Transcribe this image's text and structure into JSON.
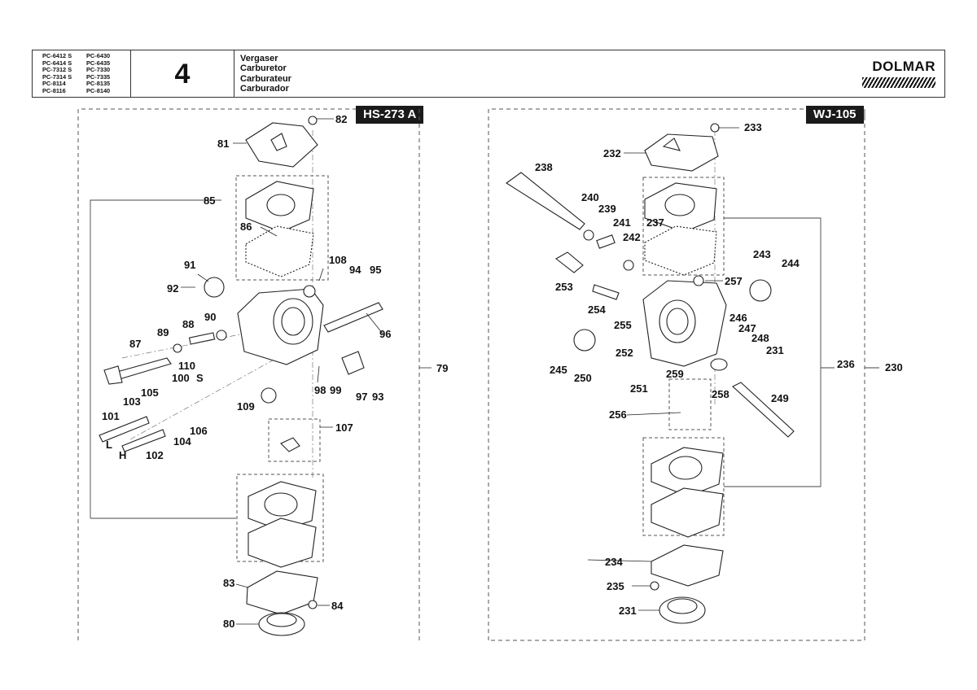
{
  "header": {
    "models_col1": [
      "PC-6412 S",
      "PC-6414 S",
      "PC-7312 S",
      "PC-7314 S",
      "PC-8114",
      "PC-8116"
    ],
    "models_col2": [
      "PC-6430",
      "PC-6435",
      "PC-7330",
      "PC-7335",
      "PC-8135",
      "PC-8140"
    ],
    "page_number": "4",
    "titles": [
      "Vergaser",
      "Carburetor",
      "Carburateur",
      "Carburador"
    ],
    "brand": "DOLMAR"
  },
  "left_diagram": {
    "model": "HS-273 A",
    "callouts": [
      "82",
      "81",
      "85",
      "86",
      "108",
      "94",
      "95",
      "91",
      "92",
      "90",
      "88",
      "89",
      "87",
      "96",
      "110",
      "100",
      "S",
      "79",
      "105",
      "103",
      "101",
      "106",
      "104",
      "L",
      "H",
      "102",
      "109",
      "98",
      "99",
      "97",
      "93",
      "107",
      "83",
      "84",
      "80"
    ]
  },
  "right_diagram": {
    "model": "WJ-105",
    "callouts": [
      "233",
      "232",
      "238",
      "240",
      "239",
      "241",
      "242",
      "237",
      "243",
      "244",
      "253",
      "257",
      "254",
      "255",
      "246",
      "247",
      "248",
      "231",
      "245",
      "250",
      "252",
      "251",
      "259",
      "258",
      "236",
      "230",
      "249",
      "256",
      "234",
      "235",
      "231"
    ]
  }
}
